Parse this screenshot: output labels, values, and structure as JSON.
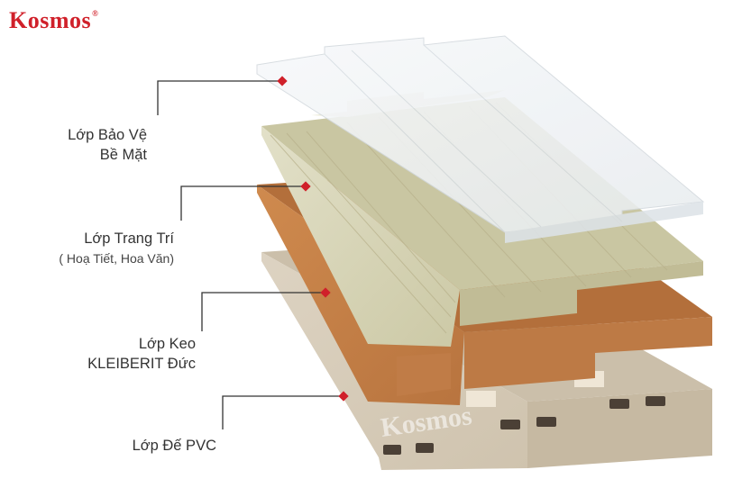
{
  "brand": {
    "name": "Kosmos",
    "mark": "®",
    "color": "#d0202a"
  },
  "layers": [
    {
      "line1": "Lớp Bảo Vệ",
      "line2": "Bề Mặt"
    },
    {
      "line1": "Lớp Trang Trí",
      "line2": "( Hoạ Tiết, Hoa Văn)"
    },
    {
      "line1": "Lớp Keo",
      "line2": "KLEIBERIT Đức"
    },
    {
      "line1": "Lớp Đế PVC",
      "line2": ""
    }
  ],
  "watermark": "Kosmos",
  "colors": {
    "accent": "#d0202a",
    "protective": "#f2f4f6",
    "decorative": "#d8d6b6",
    "adhesive": "#c98550",
    "pvc": "#d8cdbb"
  }
}
